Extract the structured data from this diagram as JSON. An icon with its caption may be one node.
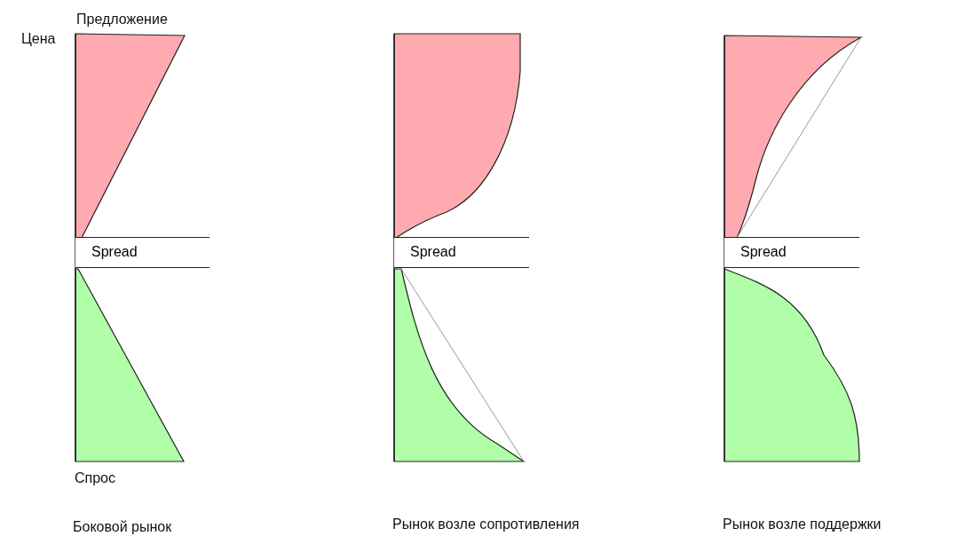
{
  "diagram": {
    "nodes": [
      {
        "text": [
          "Spread"
        ]
      },
      {
        "text": [
          "Spread"
        ]
      },
      {
        "text": [
          "Spread"
        ]
      }
    ],
    "labels": [
      "Предложение",
      "Цена",
      "Спрос",
      "Боковой рынок",
      "Рынок возле сопротивления",
      "Рынок возле поддержки"
    ]
  }
}
